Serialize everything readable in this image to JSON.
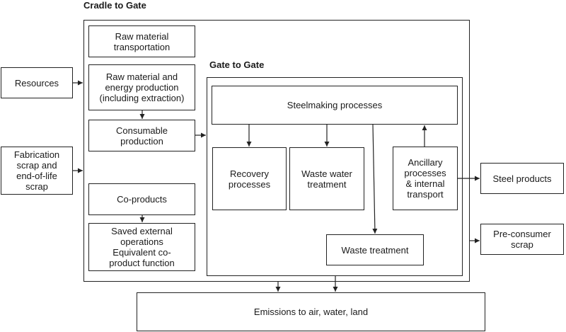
{
  "titles": {
    "cradle_to_gate": "Cradle to Gate",
    "gate_to_gate": "Gate to Gate"
  },
  "boxes": {
    "resources": "Resources",
    "fabrication_scrap": "Fabrication\nscrap and\nend-of-life\nscrap",
    "raw_material_transportation": "Raw material\ntransportation",
    "raw_material_energy_production": "Raw material and\nenergy production\n(including extraction)",
    "consumable_production": "Consumable\nproduction",
    "co_products": "Co-products",
    "saved_external_operations": "Saved external\noperations\nEquivalent co-\nproduct function",
    "steelmaking_processes": "Steelmaking processes",
    "recovery_processes": "Recovery\nprocesses",
    "waste_water_treatment": "Waste water\ntreatment",
    "ancillary_processes": "Ancillary\nprocesses\n& internal\ntransport",
    "waste_treatment": "Waste treatment",
    "steel_products": "Steel products",
    "pre_consumer_scrap": "Pre-consumer\nscrap",
    "emissions": "Emissions to air, water, land"
  }
}
